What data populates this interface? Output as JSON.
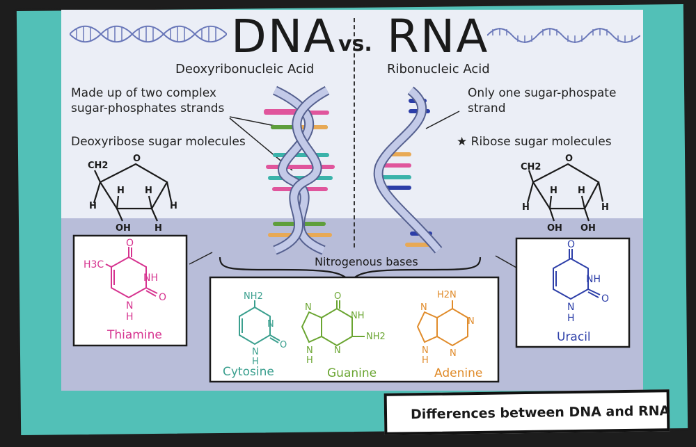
{
  "title": {
    "left": "DNA",
    "vs": "vs.",
    "right": "RNA"
  },
  "dna": {
    "full_name": "Deoxyribonucleic Acid",
    "strand_note_1": "Made up of two complex",
    "strand_note_2": "sugar-phosphates strands",
    "sugar_note": "Deoxyribose sugar molecules",
    "unique_base": "Thiamine"
  },
  "rna": {
    "full_name": "Ribonucleic Acid",
    "strand_note_1": "Only one sugar-phospate",
    "strand_note_2": "strand",
    "sugar_note": "★ Ribose sugar molecules",
    "unique_base": "Uracil"
  },
  "shared": {
    "heading": "Nitrogenous bases",
    "bases": [
      "Cytosine",
      "Guanine",
      "Adenine"
    ]
  },
  "caption": "Differences between DNA and RNA",
  "colors": {
    "teal_frame": "#52c0b7",
    "board": "#ebeef6",
    "helix_blue": "#9aa6d2",
    "thiamine": "#d6338f",
    "uracil": "#2c3ea8",
    "cytosine": "#3a9f8e",
    "guanine": "#6aa531",
    "adenine": "#e08b2a"
  },
  "chem_labels": {
    "ch2": "CH2",
    "o": "O",
    "h": "H",
    "oh": "OH",
    "h3c": "H3C",
    "nh": "NH",
    "n": "N",
    "nh2": "NH2",
    "h2n": "H2N"
  }
}
